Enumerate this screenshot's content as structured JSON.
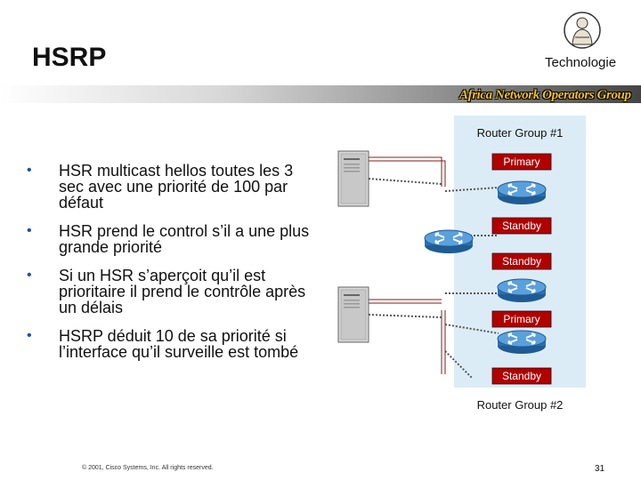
{
  "header": {
    "title": "HSRP",
    "subtitle": "Technologie",
    "band_label": "Africa Network Operators Group"
  },
  "bullets": [
    "HSR multicast hellos toutes les  3 sec avec une priorité de 100 par défaut",
    "HSR prend le control s’il a une plus grande priorité",
    "Si un HSR s’aperçoit qu’il est prioritaire il prend le contrôle après un délais",
    "HSRP déduit  10 de sa priorité si l’interface qu’il surveille est tombé"
  ],
  "diagram": {
    "group1_label": "Router Group #1",
    "group2_label": "Router Group #2",
    "state_primary_1": "Primary",
    "state_standby_1": "Standby",
    "state_standby_2": "Standby",
    "state_primary_2": "Primary",
    "state_standby_3": "Standby"
  },
  "footer": {
    "copyright": "© 2001, Cisco Systems, Inc. All rights reserved.",
    "page_number": "31"
  },
  "colors": {
    "group_box": "#dcecf6",
    "badge_fill": "#b00000",
    "router_blue": "#3c86c6",
    "bullet": "#1f4fa8",
    "band_text": "#f0c020"
  }
}
